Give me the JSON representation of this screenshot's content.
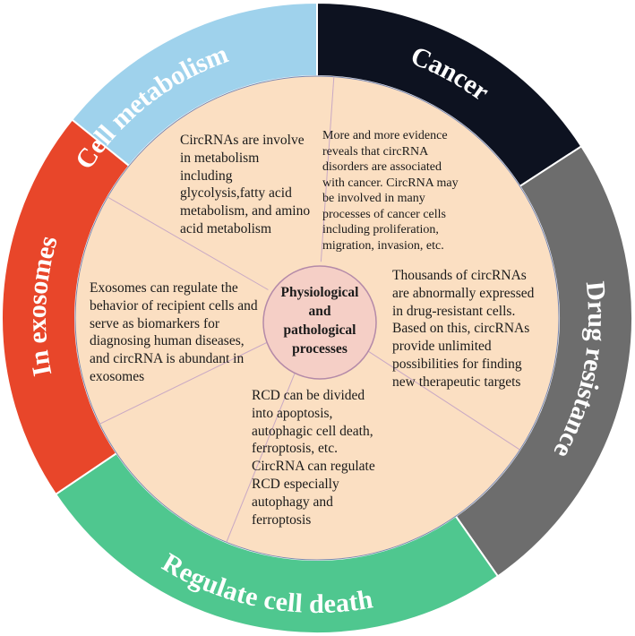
{
  "center": {
    "lines": [
      "Physiological",
      "and",
      "pathological",
      "processes"
    ]
  },
  "segments": [
    {
      "id": "cancer",
      "label": "Cancer",
      "color": "#0d1220",
      "description": "More and more evidence reveals that circRNA disorders are associated with cancer. CircRNA may be involved in many processes of cancer cells including proliferation, migration, invasion, etc."
    },
    {
      "id": "drug-resistance",
      "label": "Drug resistance",
      "color": "#6d6d6d",
      "description": "Thousands of circRNAs are abnormally expressed in drug-resistant cells. Based on this, circRNAs provide unlimited possibilities for finding new therapeutic targets"
    },
    {
      "id": "regulate-cell-death",
      "label": "Regulate cell death",
      "color": "#4fc78f",
      "description": "RCD can be divided into apoptosis, autophagic cell death, ferroptosis, etc. CircRNA can regulate RCD especially autophagy and ferroptosis"
    },
    {
      "id": "in-exosomes",
      "label": "In exosomes",
      "color": "#e8462a",
      "description": "Exosomes can regulate the behavior of recipient cells and serve as biomarkers for diagnosing human diseases, and circRNA is abundant in exosomes"
    },
    {
      "id": "cell-metabolism",
      "label": "Cell metabolism",
      "color": "#9fd2ec",
      "description": "CircRNAs are involve in metabolism including glycolysis,fatty acid metabolism, and amino acid metabolism"
    }
  ],
  "colors": {
    "inner_fill": "#fbdfc2",
    "inner_line": "#c9a9c4",
    "center_fill": "#f5cfc6",
    "center_stroke": "#b48aa8",
    "outline": "#7a88b0"
  }
}
